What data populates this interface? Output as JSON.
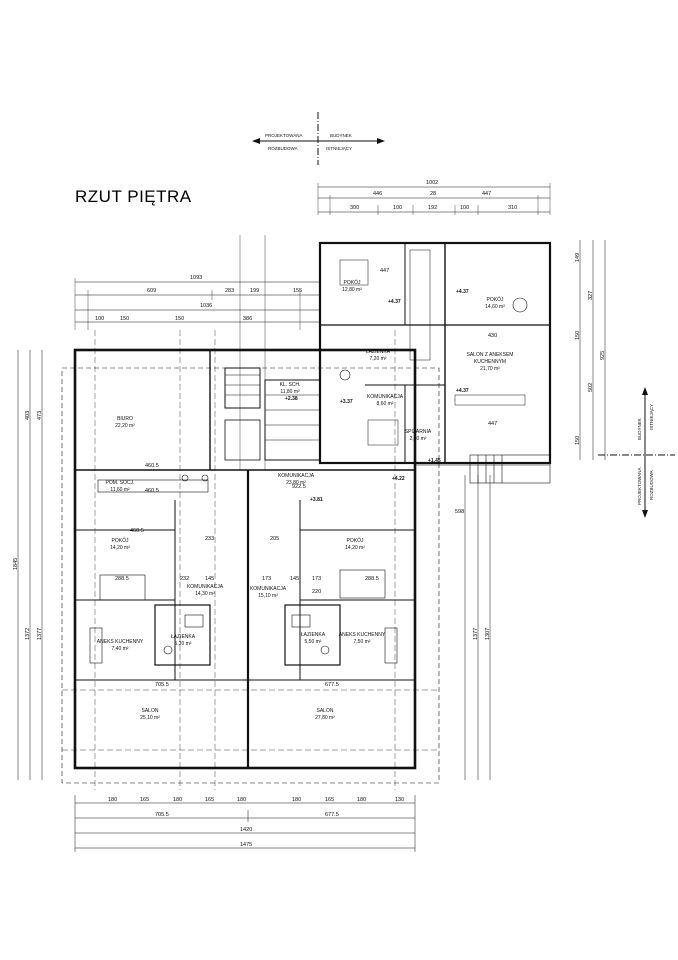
{
  "title": "RZUT PIĘTRA",
  "labels": {
    "projektowana": "PROJEKTOWANA",
    "rozbudowa": "ROZBUDOWA",
    "budynek": "BUDYNEK",
    "istniejacy": "ISTNIEJĄCY"
  },
  "rooms": {
    "biuro": [
      "BIURO",
      "22,20 m²"
    ],
    "pokoj_top_small": [
      "POKÓJ",
      "12,80 m²"
    ],
    "pokoj_top_right": [
      "POKÓJ",
      "14,60 m²"
    ],
    "lazienka_top": [
      "ŁAZIENKA",
      "7,20 m²"
    ],
    "salon_aneks_top_a": "SALON Z ANEKSEM",
    "salon_aneks_top_b": "KUCHENNYM",
    "salon_aneks_top_c": "21,70 m²",
    "kl_sch": [
      "KL. SCH.",
      "11,80 m²"
    ],
    "komunikacja_small": [
      "KOMUNIKACJA",
      "8,60 m²"
    ],
    "spizarnia": [
      "SPIŻARNIA",
      "2,50 m²"
    ],
    "komunikacja_main": [
      "KOMUNIKACJA",
      "23,80 m²"
    ],
    "pom_socjalne": [
      "POM. SOCJ.",
      "11,60 m²"
    ],
    "pokoj_left": [
      "POKÓJ",
      "14,20 m²"
    ],
    "pokoj_right": [
      "POKÓJ",
      "14,20 m²"
    ],
    "komunikacja_left": [
      "KOMUNIKACJA",
      "14,30 m²"
    ],
    "komunikacja_right": [
      "KOMUNIKACJA",
      "15,10 m²"
    ],
    "aneks_left": [
      "ANEKS KUCHENNY",
      "7,40 m²"
    ],
    "aneks_right": [
      "ANEKS KUCHENNY",
      "7,50 m²"
    ],
    "lazienka_left": [
      "ŁAZIENKA",
      "5,30 m²"
    ],
    "lazienka_right": [
      "ŁAZIENKA",
      "5,50 m²"
    ],
    "salon_left": [
      "SALON",
      "25,10 m²"
    ],
    "salon_right": [
      "SALON",
      "27,80 m²"
    ]
  },
  "levels": [
    "+4.37",
    "+4.37",
    "+4.37",
    "+3.37",
    "+1.45",
    "+4.22",
    "+3.81",
    "+2.38"
  ],
  "dims_top": [
    "1002",
    "446",
    "28",
    "447",
    "300",
    "100",
    "192",
    "100",
    "310"
  ],
  "dims_left_top": [
    "1093",
    "609",
    "283",
    "199",
    "155",
    "1036",
    "386",
    "150",
    "150",
    "100"
  ],
  "dims_bottom": [
    "180",
    "165",
    "180",
    "165",
    "180",
    "180",
    "165",
    "180",
    "130",
    "705.5",
    "677.5",
    "1420",
    "1475"
  ],
  "dims_left_side": [
    "403",
    "473",
    "1845",
    "1372",
    "1377"
  ],
  "dims_right_side": [
    "149",
    "327",
    "150",
    "502",
    "925",
    "150",
    "1377",
    "1307"
  ],
  "dims_interior": [
    "460.5",
    "460.5",
    "460.5",
    "233",
    "205",
    "922.5",
    "705.5",
    "677.5",
    "288.5",
    "288.5",
    "232",
    "145",
    "145",
    "173",
    "220",
    "173",
    "447",
    "430",
    "447",
    "598"
  ]
}
